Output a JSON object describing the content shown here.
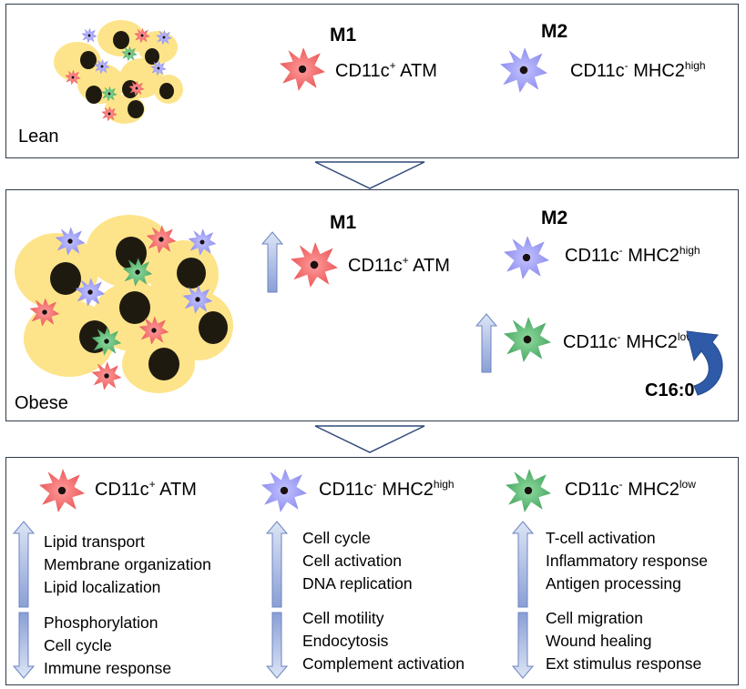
{
  "panels": {
    "lean": {
      "label": "Lean",
      "m1": {
        "heading": "M1",
        "cell": {
          "base": "CD11c",
          "sup": "+",
          "rest": " ATM"
        }
      },
      "m2": {
        "heading": "M2",
        "cell": {
          "base": "CD11c",
          "sup": "-",
          "rest": " MHC2",
          "sup2": "high"
        }
      }
    },
    "obese": {
      "label": "Obese",
      "m1": {
        "heading": "M1",
        "cell": {
          "base": "CD11c",
          "sup": "+",
          "rest": " ATM"
        }
      },
      "m2": {
        "heading": "M2",
        "cell_high": {
          "base": "CD11c",
          "sup": "-",
          "rest": " MHC2",
          "sup2": "high"
        },
        "cell_low": {
          "base": "CD11c",
          "sup": "-",
          "rest": " MHC2",
          "sup2": "low"
        }
      },
      "fatty_acid": "C16:0"
    },
    "functions": {
      "columns": [
        {
          "cell": {
            "base": "CD11c",
            "sup": "+",
            "rest": " ATM"
          },
          "color": "#f06a6a",
          "up": [
            "Lipid transport",
            "Membrane organization",
            "Lipid localization"
          ],
          "down": [
            "Phosphorylation",
            "Cell cycle",
            "Immune response"
          ]
        },
        {
          "cell": {
            "base": "CD11c",
            "sup": "-",
            "rest": " MHC2",
            "sup2": "high"
          },
          "color": "#8f8ff2",
          "up": [
            "Cell cycle",
            "Cell activation",
            "DNA replication"
          ],
          "down": [
            "Cell motility",
            "Endocytosis",
            "Complement activation"
          ]
        },
        {
          "cell": {
            "base": "CD11c",
            "sup": "-",
            "rest": " MHC2",
            "sup2": "low"
          },
          "color": "#4fb06a",
          "up": [
            "T-cell activation",
            "Inflammatory response",
            "Antigen processing"
          ],
          "down": [
            "Cell migration",
            "Wound healing",
            "Ext stimulus response"
          ]
        }
      ]
    }
  },
  "colors": {
    "m1_cell": "#f06a6a",
    "m2_high_cell": "#8f8ff2",
    "m2_low_cell": "#4fb06a",
    "adipocyte": "#fde48a",
    "nucleus": "#1f1a10",
    "arrow_fill": "#9aaedc",
    "panel_border": "#2f3b4c",
    "curved_arrow": "#2e5aa8"
  }
}
